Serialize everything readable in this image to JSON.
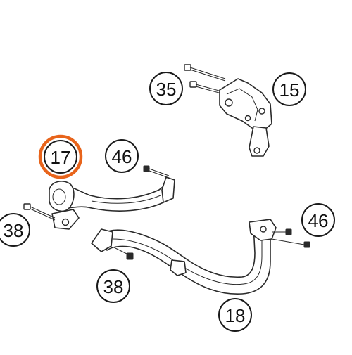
{
  "diagram": {
    "highlight_color": "#E8641B",
    "callouts": [
      {
        "id": "callout-35",
        "label": "35",
        "highlighted": false
      },
      {
        "id": "callout-15",
        "label": "15",
        "highlighted": false
      },
      {
        "id": "callout-17",
        "label": "17",
        "highlighted": true
      },
      {
        "id": "callout-46-left",
        "label": "46",
        "highlighted": false
      },
      {
        "id": "callout-38-left",
        "label": "38",
        "highlighted": false
      },
      {
        "id": "callout-46-right",
        "label": "46",
        "highlighted": false
      },
      {
        "id": "callout-38-bottom",
        "label": "38",
        "highlighted": false
      },
      {
        "id": "callout-18",
        "label": "18",
        "highlighted": false
      }
    ]
  }
}
